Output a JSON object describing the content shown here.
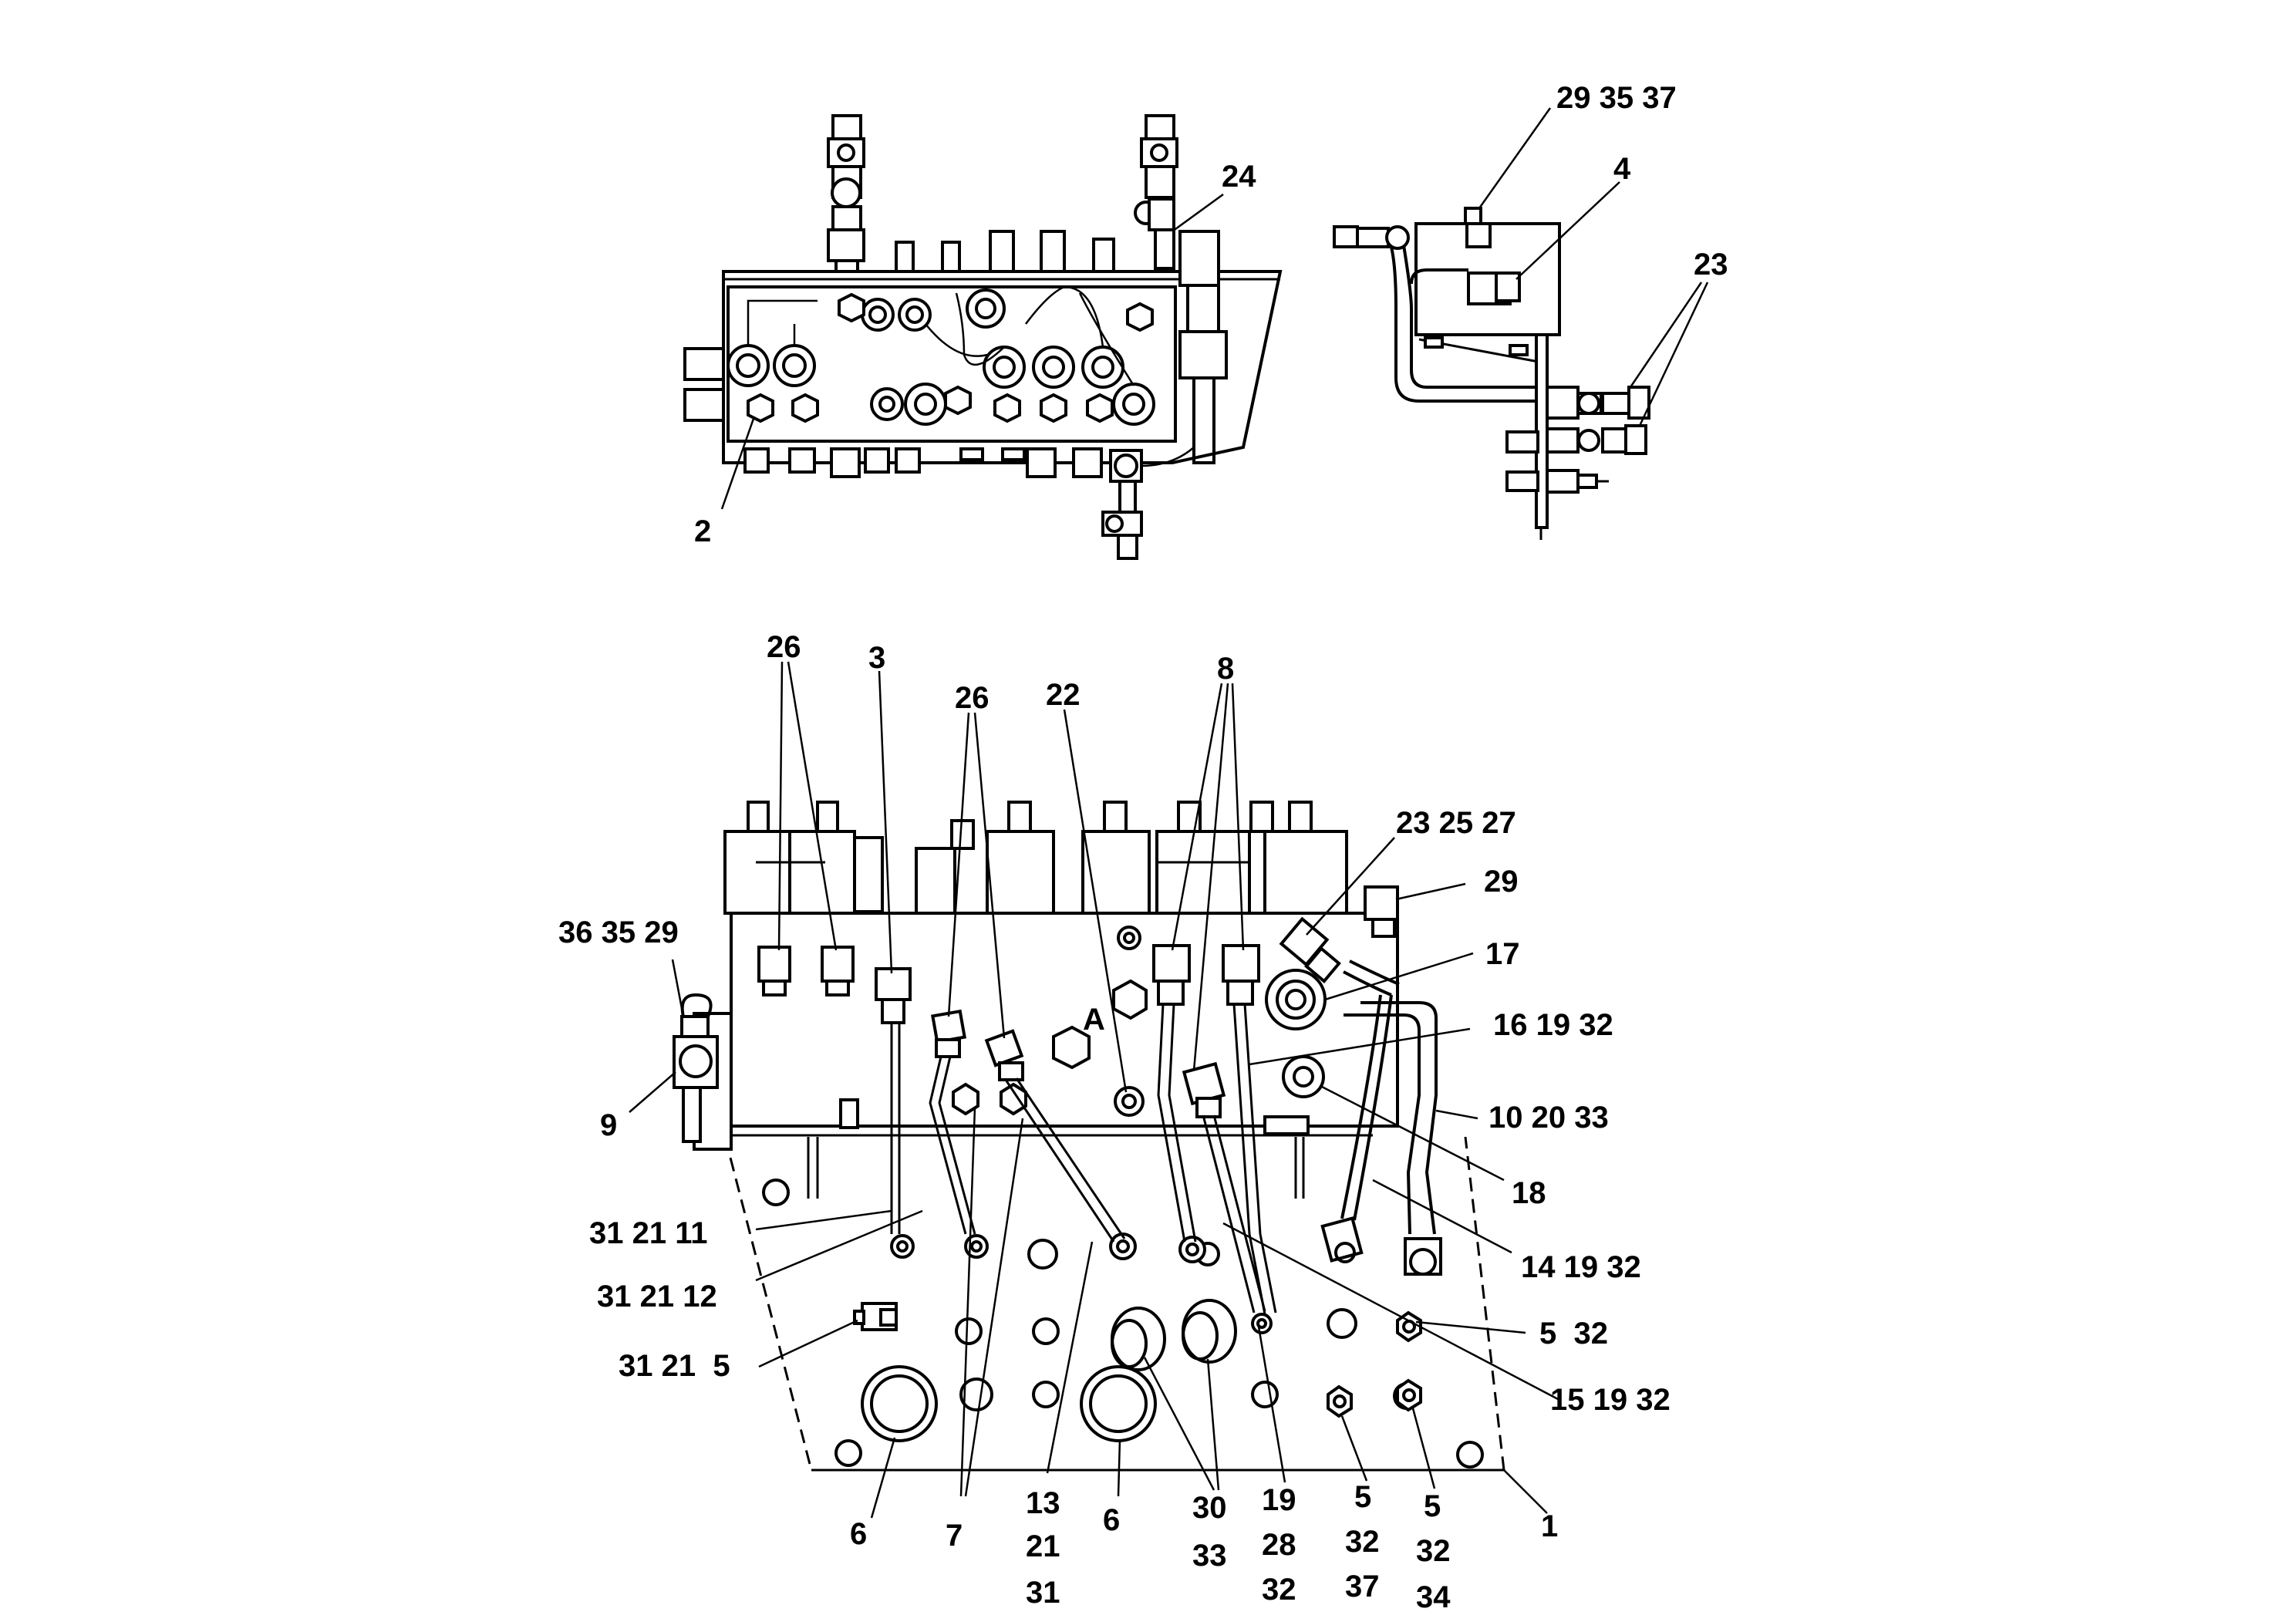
{
  "callouts": {
    "c29_35_37": "29 35 37",
    "c4": "4",
    "c23_top": "23",
    "c24": "24",
    "c2": "2",
    "c26_a": "26",
    "c3": "3",
    "c26_b": "26",
    "c22": "22",
    "c8": "8",
    "c23_25_27": "23 25 27",
    "c29": "29",
    "c17": "17",
    "c36_35_29": "36 35 29",
    "c16_19_32": "16 19 32",
    "c9": "9",
    "c10_20_33": "10 20 33",
    "c18": "18",
    "c31_21_11": "31 21 11",
    "c14_19_32": "14 19 32",
    "c31_21_12": "31 21 12",
    "c5_32": "5  32",
    "c31_21_5": "31 21  5",
    "c15_19_32": "15 19 32",
    "c6_a": "6",
    "c7": "7",
    "c13": "13",
    "c21": "21",
    "c31": "31",
    "c6_b": "6",
    "c30": "30",
    "c33": "33",
    "c19": "19",
    "c28": "28",
    "c32_a": "32",
    "c5_a": "5",
    "c32_b": "32",
    "c37": "37",
    "c5_b": "5",
    "c32_c": "32",
    "c34": "34",
    "c1": "1",
    "plate_mark": "A"
  }
}
